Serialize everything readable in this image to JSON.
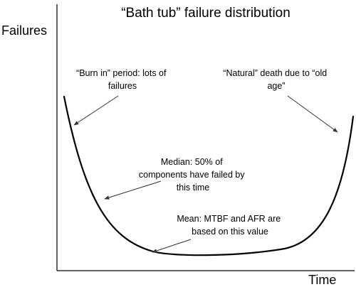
{
  "title": "“Bath tub” failure distribution",
  "axes": {
    "y_label": "Failures",
    "x_label": "Time"
  },
  "annotations": {
    "burn_in": [
      "“Burn in” period: lots of",
      "failures"
    ],
    "natural_death": [
      "“Natural” death due to “old",
      "age”"
    ],
    "median": [
      "Median: 50% of",
      "components have failed by",
      "this time"
    ],
    "mean": [
      "Mean: MTBF and AFR are",
      "based on this value"
    ]
  },
  "colors": {
    "ink": "#000000",
    "arrow": "#333333",
    "background": "#ffffff"
  }
}
